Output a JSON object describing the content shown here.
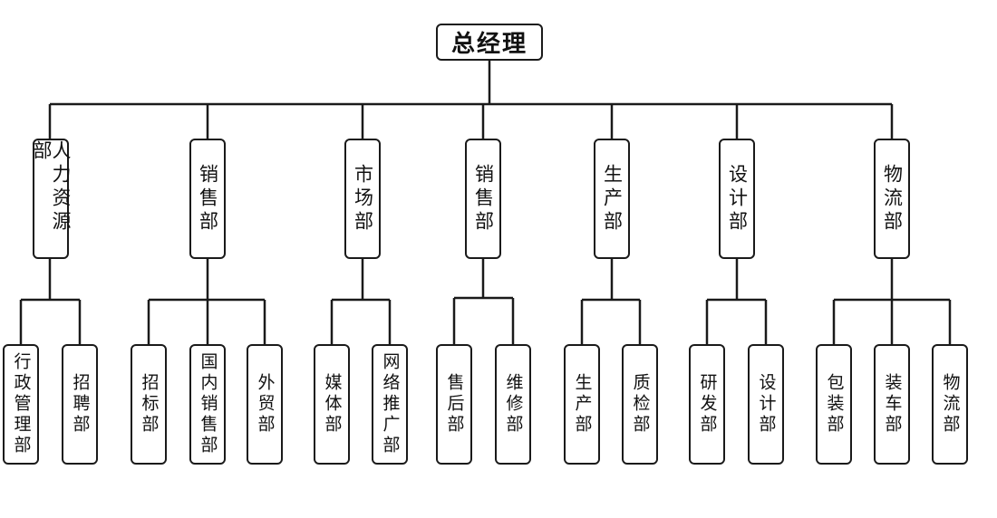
{
  "root": {
    "label": "总经理"
  },
  "departments": [
    {
      "label": "人力资源部",
      "children": [
        "行政管理部",
        "招聘部"
      ]
    },
    {
      "label": "销售部",
      "children": [
        "招标部",
        "国内销售部",
        "外贸部"
      ]
    },
    {
      "label": "市场部",
      "children": [
        "媒体部",
        "网络推广部"
      ]
    },
    {
      "label": "销售部",
      "children": [
        "售后部",
        "维修部"
      ]
    },
    {
      "label": "生产部",
      "children": [
        "生产部",
        "质检部"
      ]
    },
    {
      "label": "设计部",
      "children": [
        "研发部",
        "设计部"
      ]
    },
    {
      "label": "物流部",
      "children": [
        "包装部",
        "装车部",
        "物流部"
      ]
    }
  ],
  "colors": {
    "line": "#1a1a1a",
    "box_border": "#1a1a1a",
    "background": "#ffffff"
  }
}
